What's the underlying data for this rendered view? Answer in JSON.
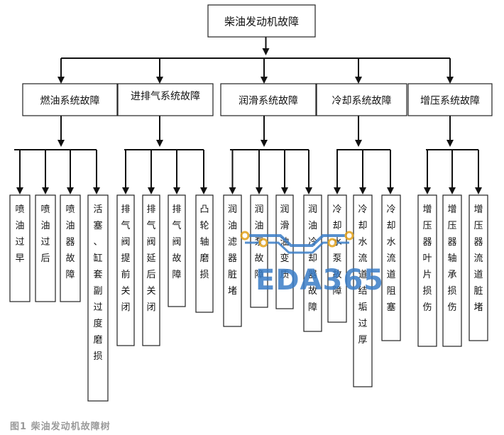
{
  "root": {
    "label": "柴油发动机故障"
  },
  "categories": [
    {
      "label": "燃油系统故障",
      "leaves": [
        "喷油过早",
        "喷油过后",
        "喷油器故障",
        "活塞、缸套副过度磨损"
      ]
    },
    {
      "label": "进排气系统故障",
      "leaves": [
        "排气阀提前关闭",
        "排气阀延后关闭",
        "排气阀故障",
        "凸轮轴磨损"
      ]
    },
    {
      "label": "润滑系统故障",
      "leaves": [
        "润油滤器脏堵",
        "润油泵故障",
        "润滑油变质",
        "润油冷却器故障"
      ]
    },
    {
      "label": "冷却系统故障",
      "leaves": [
        "冷却水泵故障",
        "冷却水流道结垢过厚",
        "冷却水流道阻塞"
      ]
    },
    {
      "label": "增压系统故障",
      "leaves": [
        "增压器叶片损伤",
        "增压器轴承损伤",
        "增压器流道脏堵"
      ]
    }
  ],
  "caption": "图1  柴油发动机故障树",
  "watermark": {
    "text": "EDA365",
    "color": "#3a7dc7"
  }
}
